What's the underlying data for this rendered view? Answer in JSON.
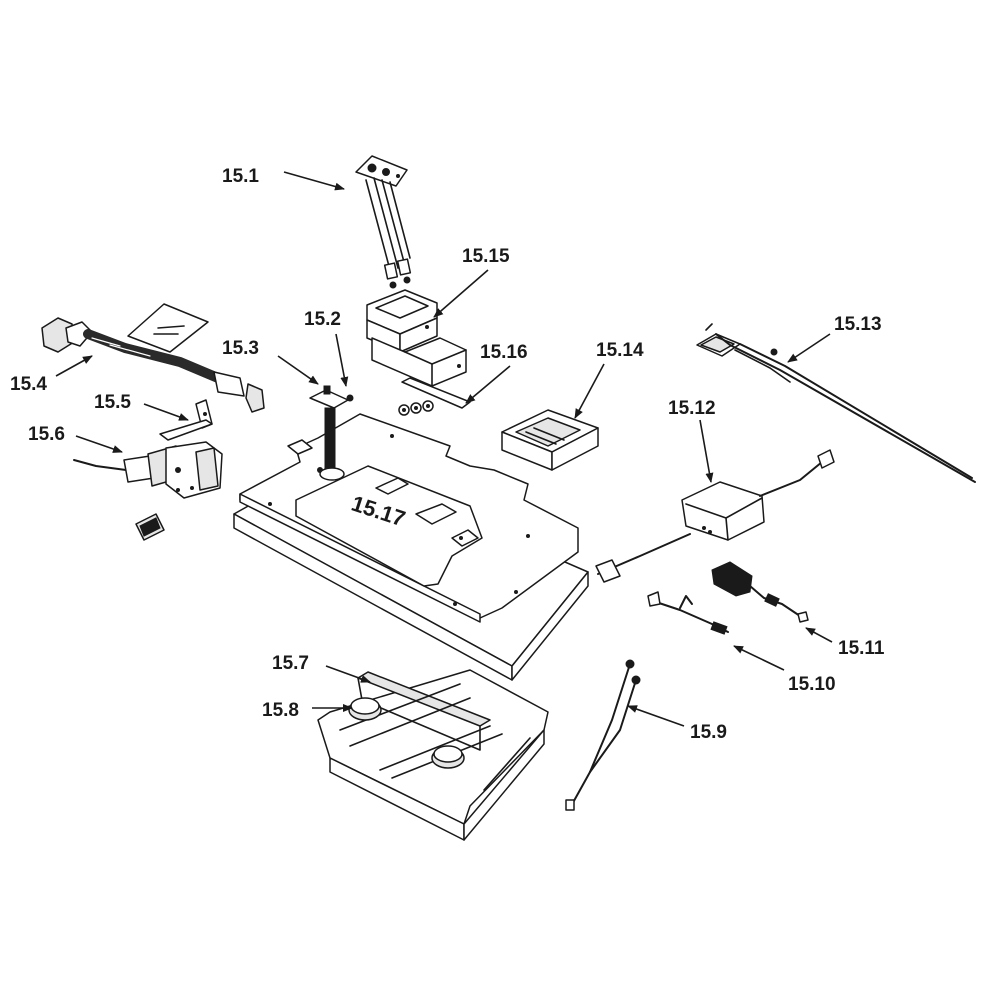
{
  "callouts": [
    {
      "id": "15.1",
      "text": "15.1"
    },
    {
      "id": "15.2",
      "text": "15.2"
    },
    {
      "id": "15.3",
      "text": "15.3"
    },
    {
      "id": "15.4",
      "text": "15.4"
    },
    {
      "id": "15.5",
      "text": "15.5"
    },
    {
      "id": "15.6",
      "text": "15.6"
    },
    {
      "id": "15.7",
      "text": "15.7"
    },
    {
      "id": "15.8",
      "text": "15.8"
    },
    {
      "id": "15.9",
      "text": "15.9"
    },
    {
      "id": "15.10",
      "text": "15.10"
    },
    {
      "id": "15.11",
      "text": "15.11"
    },
    {
      "id": "15.12",
      "text": "15.12"
    },
    {
      "id": "15.13",
      "text": "15.13"
    },
    {
      "id": "15.14",
      "text": "15.14"
    },
    {
      "id": "15.15",
      "text": "15.15"
    },
    {
      "id": "15.16",
      "text": "15.16"
    },
    {
      "id": "15.17",
      "text": "15.17"
    }
  ]
}
